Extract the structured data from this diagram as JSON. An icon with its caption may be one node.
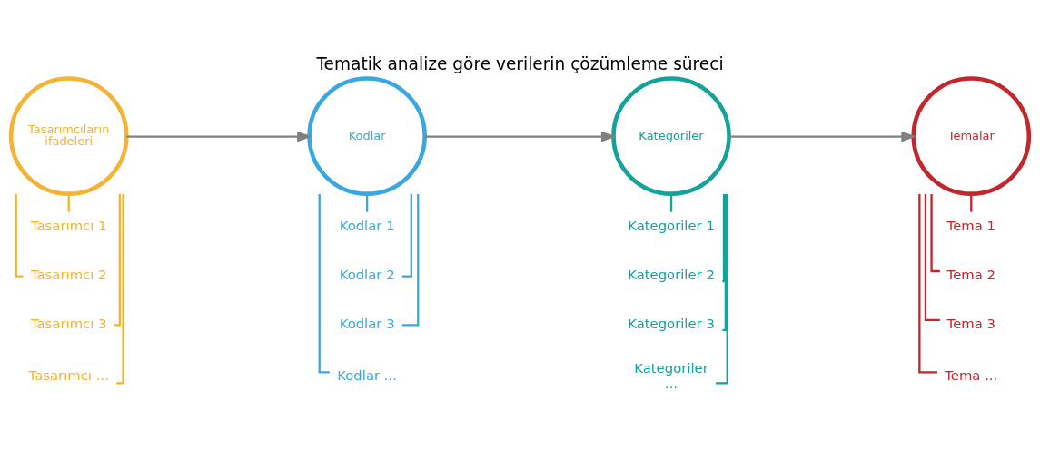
{
  "diagram": {
    "title": "Tematik analize göre verilerin çözümleme süreci",
    "nodes": [
      {
        "text": [
          "Tasarımcıların ifadeleri"
        ]
      },
      {
        "text": [
          "Kodlar"
        ]
      },
      {
        "text": [
          "Kategoriler"
        ]
      },
      {
        "text": [
          "Temalar"
        ]
      },
      {
        "text": [
          "Tasarımcı 1"
        ]
      },
      {
        "text": [
          "Tasarımcı 2"
        ]
      },
      {
        "text": [
          "Tasarımcı 3"
        ]
      },
      {
        "text": [
          "Tasarımcı ..."
        ]
      },
      {
        "text": [
          "Kodlar 1"
        ]
      },
      {
        "text": [
          "Kodlar 2"
        ]
      },
      {
        "text": [
          "Kodlar 3"
        ]
      },
      {
        "text": [
          "Kodlar ..."
        ]
      },
      {
        "text": [
          "Kategoriler 1"
        ]
      },
      {
        "text": [
          "Kategoriler 2"
        ]
      },
      {
        "text": [
          "Kategoriler 3"
        ]
      },
      {
        "text": [
          "Kategoriler ..."
        ]
      },
      {
        "text": [
          "Tema 1"
        ]
      },
      {
        "text": [
          "Tema 2"
        ]
      },
      {
        "text": [
          "Tema 3"
        ]
      },
      {
        "text": [
          "Tema ..."
        ]
      }
    ],
    "edges": [
      {
        "from": 0,
        "to": 1,
        "arrow": "to",
        "color": "#808080"
      },
      {
        "from": 1,
        "to": 2,
        "arrow": "to",
        "color": "#808080"
      },
      {
        "from": 2,
        "to": 3,
        "arrow": "to",
        "color": "#808080"
      },
      {
        "from": 0,
        "to": 4,
        "arrow": "none",
        "color": "#f5b335"
      },
      {
        "from": 0,
        "to": 5,
        "arrow": "none",
        "color": "#f5b335"
      },
      {
        "from": 0,
        "to": 6,
        "arrow": "none",
        "color": "#f5b335"
      },
      {
        "from": 0,
        "to": 7,
        "arrow": "none",
        "color": "#f5b335"
      },
      {
        "from": 1,
        "to": 8,
        "arrow": "none",
        "color": "#3aa8e0"
      },
      {
        "from": 1,
        "to": 9,
        "arrow": "none",
        "color": "#3aa8e0"
      },
      {
        "from": 1,
        "to": 10,
        "arrow": "none",
        "color": "#3aa8e0"
      },
      {
        "from": 1,
        "to": 11,
        "arrow": "none",
        "color": "#3aa8e0"
      },
      {
        "from": 2,
        "to": 12,
        "arrow": "none",
        "color": "#13a39a"
      },
      {
        "from": 2,
        "to": 13,
        "arrow": "none",
        "color": "#13a39a"
      },
      {
        "from": 2,
        "to": 14,
        "arrow": "none",
        "color": "#13a39a"
      },
      {
        "from": 2,
        "to": 15,
        "arrow": "none",
        "color": "#13a39a"
      },
      {
        "from": 3,
        "to": 16,
        "arrow": "none",
        "color": "#c1272d"
      },
      {
        "from": 3,
        "to": 17,
        "arrow": "none",
        "color": "#c1272d"
      },
      {
        "from": 3,
        "to": 18,
        "arrow": "none",
        "color": "#c1272d"
      },
      {
        "from": 3,
        "to": 19,
        "arrow": "none",
        "color": "#c1272d"
      }
    ]
  }
}
